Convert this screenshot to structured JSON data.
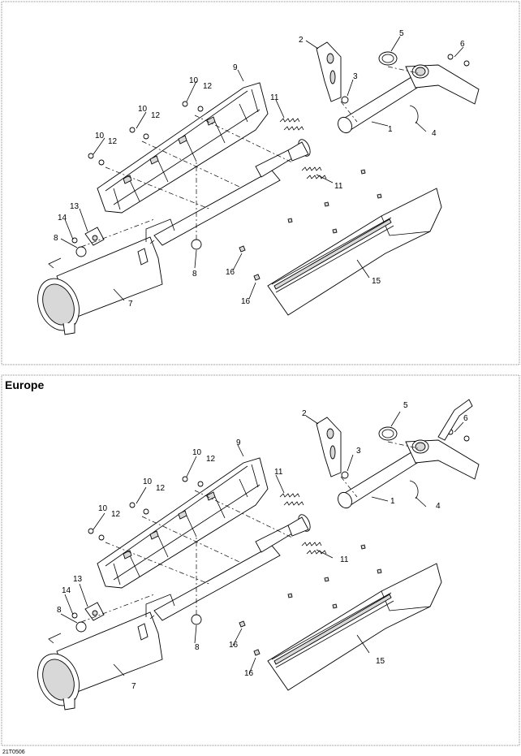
{
  "panels": [
    {
      "title": "",
      "callouts": [
        {
          "id": "c1",
          "text": "2"
        },
        {
          "id": "c2",
          "text": "5"
        },
        {
          "id": "c3",
          "text": "6"
        },
        {
          "id": "c4",
          "text": "9"
        },
        {
          "id": "c5",
          "text": "10"
        },
        {
          "id": "c6",
          "text": "12"
        },
        {
          "id": "c7",
          "text": "3"
        },
        {
          "id": "c8",
          "text": "10"
        },
        {
          "id": "c9",
          "text": "12"
        },
        {
          "id": "c10",
          "text": "11"
        },
        {
          "id": "c11",
          "text": "1"
        },
        {
          "id": "c12",
          "text": "4"
        },
        {
          "id": "c13",
          "text": "10"
        },
        {
          "id": "c14",
          "text": "12"
        },
        {
          "id": "c15",
          "text": "11"
        },
        {
          "id": "c16",
          "text": "13"
        },
        {
          "id": "c17",
          "text": "14"
        },
        {
          "id": "c18",
          "text": "8"
        },
        {
          "id": "c19",
          "text": "8"
        },
        {
          "id": "c20",
          "text": "16"
        },
        {
          "id": "c21",
          "text": "16"
        },
        {
          "id": "c22",
          "text": "15"
        },
        {
          "id": "c23",
          "text": "7"
        }
      ]
    },
    {
      "title": "Europe",
      "callouts": [
        {
          "id": "c1",
          "text": "2"
        },
        {
          "id": "c2",
          "text": "5"
        },
        {
          "id": "c3",
          "text": "6"
        },
        {
          "id": "c4",
          "text": "9"
        },
        {
          "id": "c5",
          "text": "10"
        },
        {
          "id": "c6",
          "text": "12"
        },
        {
          "id": "c7",
          "text": "3"
        },
        {
          "id": "c8",
          "text": "10"
        },
        {
          "id": "c9",
          "text": "12"
        },
        {
          "id": "c10",
          "text": "11"
        },
        {
          "id": "c11",
          "text": "1"
        },
        {
          "id": "c12",
          "text": "4"
        },
        {
          "id": "c13",
          "text": "10"
        },
        {
          "id": "c14",
          "text": "12"
        },
        {
          "id": "c15",
          "text": "11"
        },
        {
          "id": "c16",
          "text": "13"
        },
        {
          "id": "c17",
          "text": "14"
        },
        {
          "id": "c18",
          "text": "8"
        },
        {
          "id": "c19",
          "text": "8"
        },
        {
          "id": "c20",
          "text": "16"
        },
        {
          "id": "c21",
          "text": "16"
        },
        {
          "id": "c22",
          "text": "15"
        },
        {
          "id": "c23",
          "text": "7"
        }
      ]
    }
  ],
  "figure_code": "21T0506"
}
